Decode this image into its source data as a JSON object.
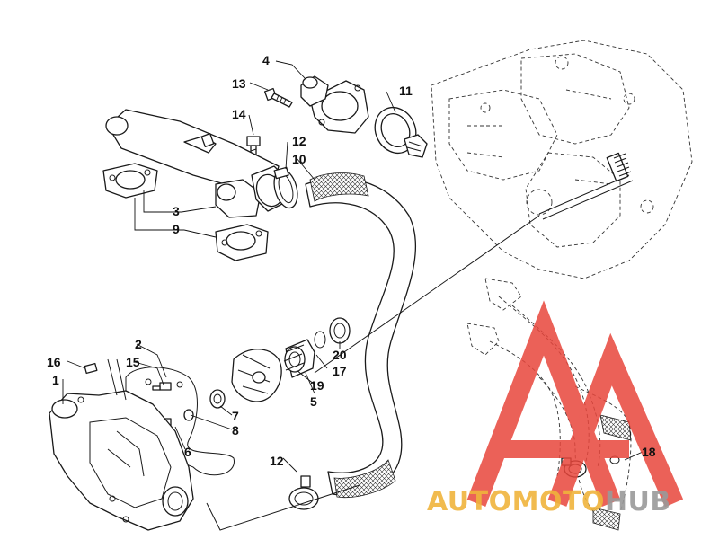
{
  "callouts": [
    {
      "id": "c1",
      "text": "1"
    },
    {
      "id": "c2",
      "text": "2"
    },
    {
      "id": "c3",
      "text": "3"
    },
    {
      "id": "c4",
      "text": "4"
    },
    {
      "id": "c5",
      "text": "5"
    },
    {
      "id": "c6",
      "text": "6"
    },
    {
      "id": "c7",
      "text": "7"
    },
    {
      "id": "c8",
      "text": "8"
    },
    {
      "id": "c9",
      "text": "9"
    },
    {
      "id": "c10",
      "text": "10"
    },
    {
      "id": "c11",
      "text": "11"
    },
    {
      "id": "c12a",
      "text": "12"
    },
    {
      "id": "c12b",
      "text": "12"
    },
    {
      "id": "c13",
      "text": "13"
    },
    {
      "id": "c14",
      "text": "14"
    },
    {
      "id": "c15",
      "text": "15"
    },
    {
      "id": "c16",
      "text": "16"
    },
    {
      "id": "c17",
      "text": "17"
    },
    {
      "id": "c18",
      "text": "18"
    },
    {
      "id": "c19",
      "text": "19"
    },
    {
      "id": "c20",
      "text": "20"
    }
  ],
  "watermark": {
    "text_part1": "AUTOMOTO",
    "text_part2": "HUB",
    "color_primary": "#f0b43c",
    "color_secondary": "#9a9a9a",
    "logo_color": "#e8463c"
  }
}
